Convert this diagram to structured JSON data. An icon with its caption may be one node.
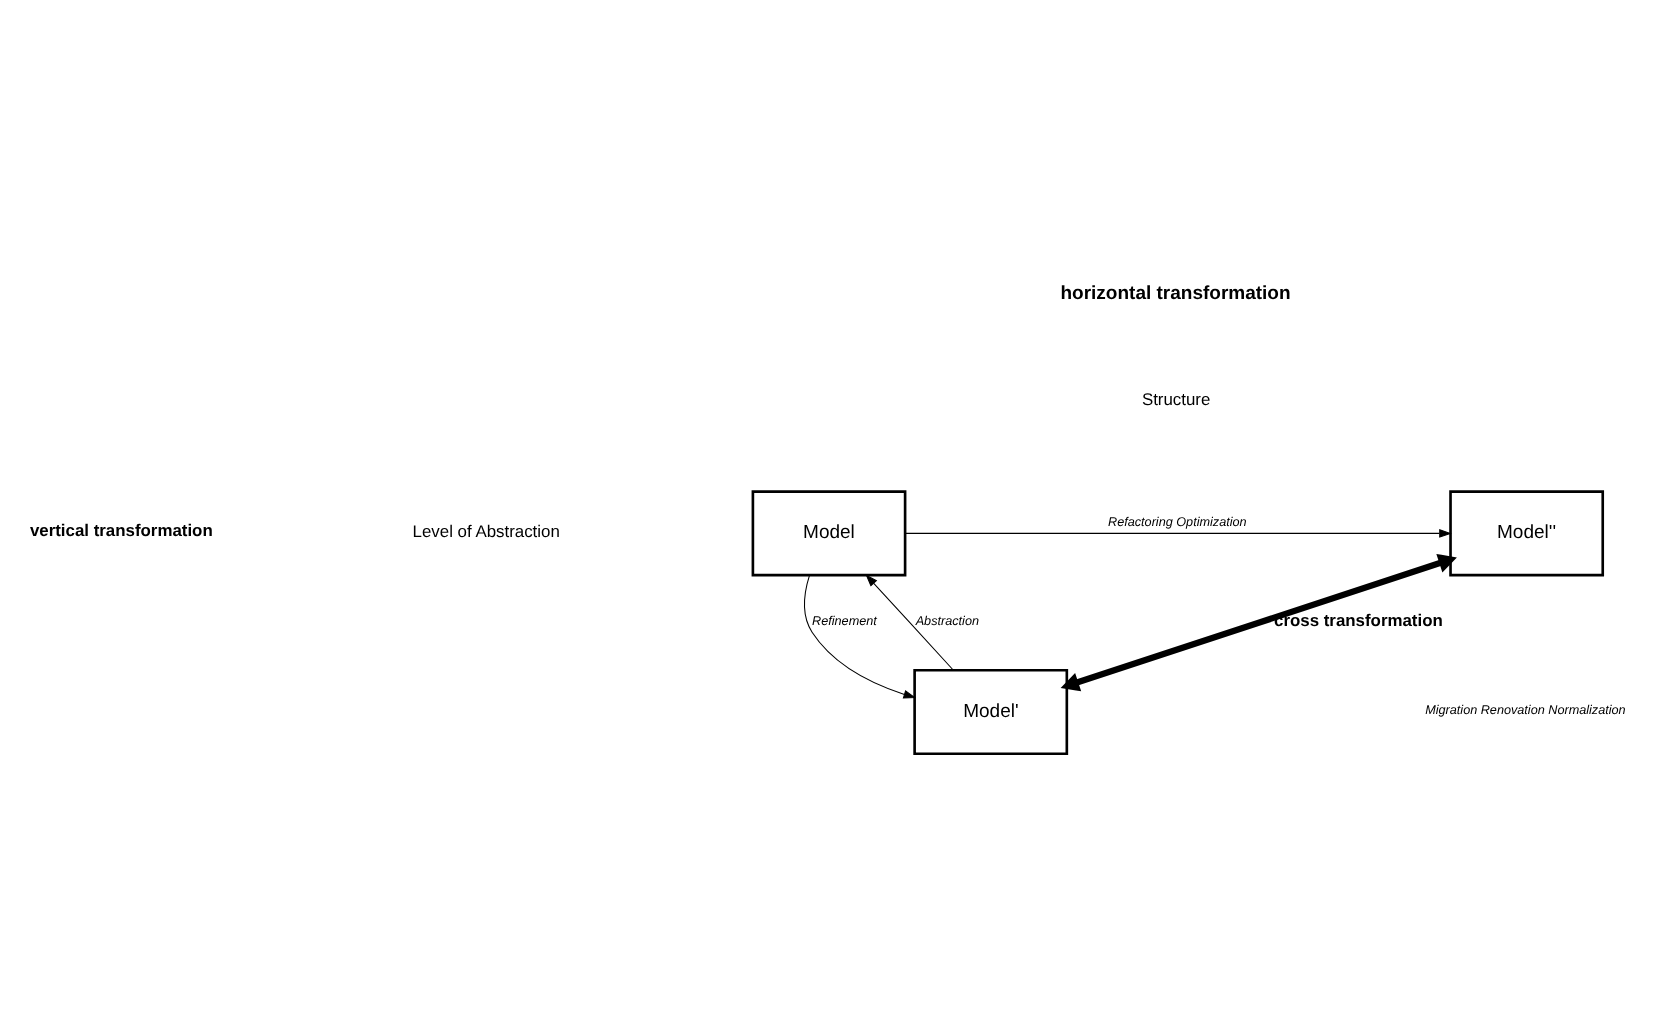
{
  "diagram": {
    "nodes": [
      {
        "text": [
          "Model"
        ]
      },
      {
        "text": [
          "Model''"
        ]
      },
      {
        "text": [
          "Model'"
        ]
      }
    ],
    "edges": [
      {
        "from": 0,
        "to": 1,
        "arrow": "to",
        "label": "Refactoring Optimization"
      },
      {
        "from": 0,
        "to": 2,
        "arrow": "to",
        "label": "Refinement"
      },
      {
        "from": 2,
        "to": 0,
        "arrow": "to",
        "label": "Abstraction"
      },
      {
        "from": 2,
        "to": 1,
        "arrow": "both",
        "label": "cross transformation",
        "style": "thick"
      }
    ],
    "labels": [
      "horizontal transformation",
      "Structure",
      "Migration Renovation Normalization",
      "vertical transformation",
      "Level of Abstraction"
    ]
  }
}
